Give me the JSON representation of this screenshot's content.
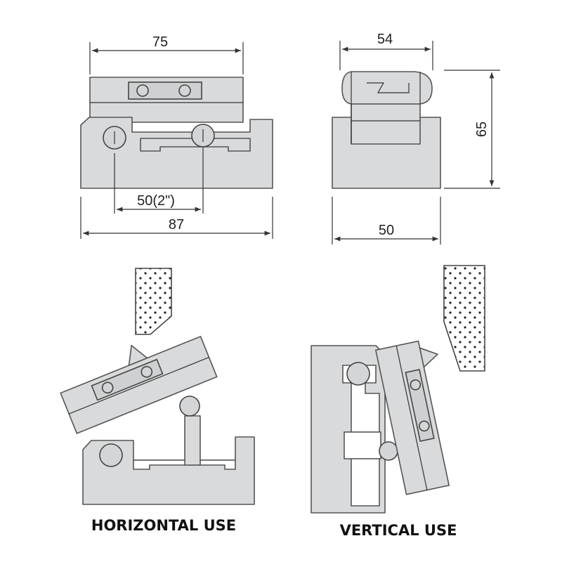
{
  "dimensions": {
    "top_width": "75",
    "pitch": "50(2\")",
    "base_width": "87",
    "side_top": "54",
    "side_height": "65",
    "side_base": "50"
  },
  "captions": {
    "horizontal": "HORIZONTAL USE",
    "vertical": "VERTICAL USE"
  },
  "colors": {
    "part_fill": "#d9dadb",
    "outline": "#555555",
    "dots": "#222222"
  }
}
